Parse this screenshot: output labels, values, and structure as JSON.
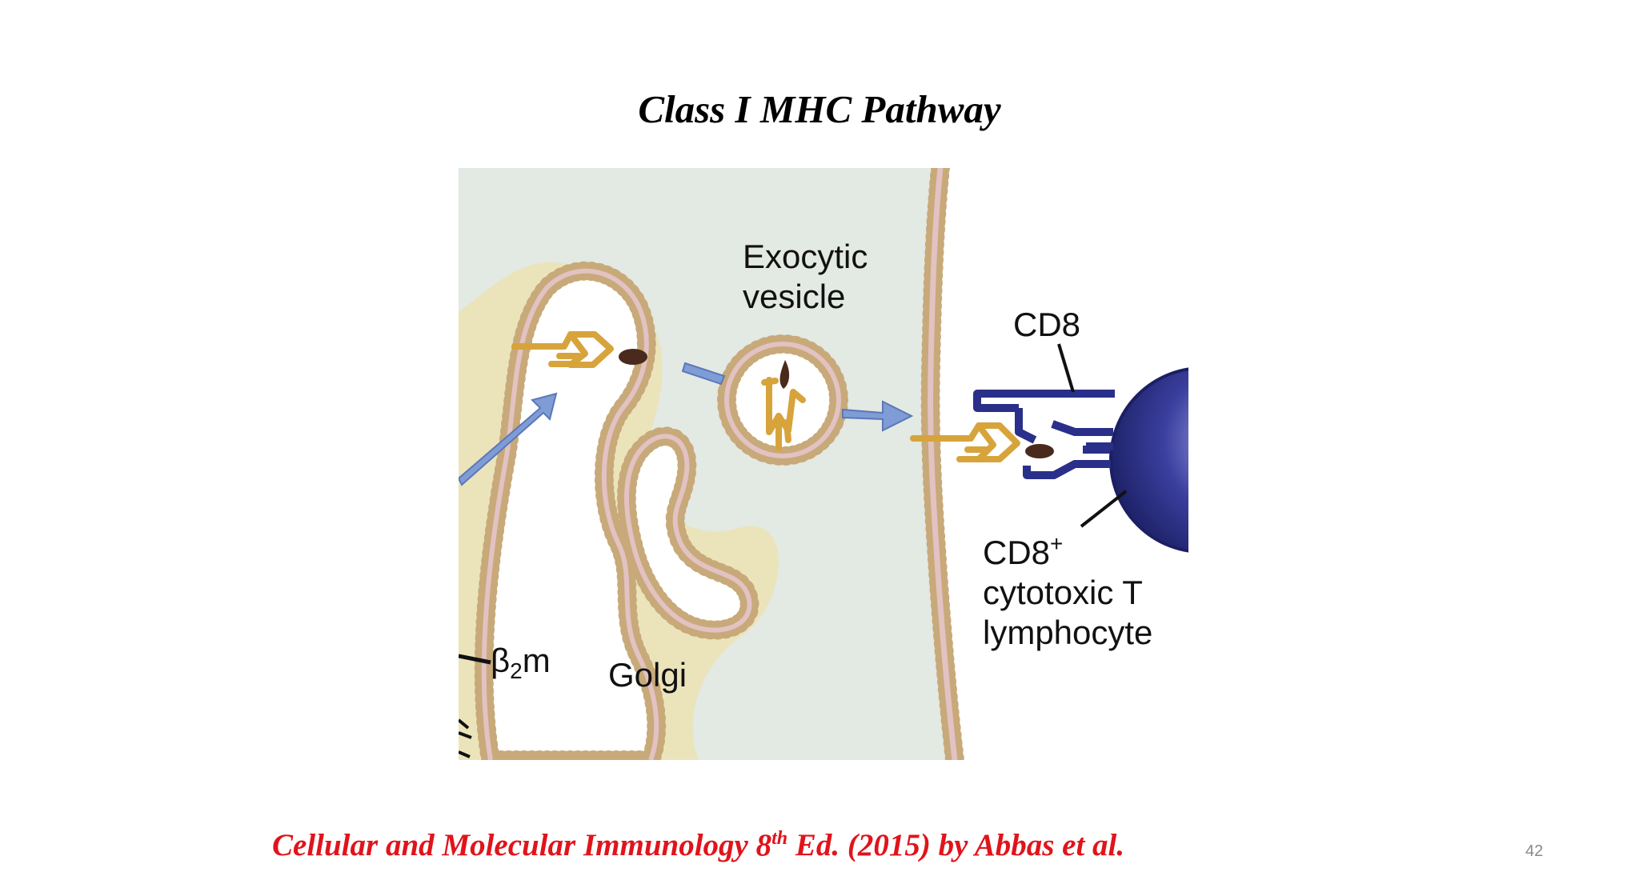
{
  "slide": {
    "title": "Class I MHC Pathway",
    "citation": {
      "before_sup": "Cellular and Molecular Immunology 8",
      "sup": "th",
      "after_sup": " Ed. (2015) by Abbas et al."
    },
    "page_number": "42"
  },
  "diagram": {
    "labels": {
      "exocytic_line1": "Exocytic",
      "exocytic_line2": "vesicle",
      "cd8": "CD8",
      "tcell_line1": "CD8",
      "tcell_sup": "+",
      "tcell_line2": "cytotoxic T",
      "tcell_line3": "lymphocyte",
      "b2m_beta": "β",
      "b2m_sub": "2",
      "b2m_m": "m",
      "golgi": "Golgi"
    },
    "colors": {
      "cytoplasm": "#e3e9e3",
      "membrane_bead": "#c8a979",
      "membrane_inner": "#e2c2c2",
      "golgi_halo": "#ece3b4",
      "arrow": "#7f9cd6",
      "mhc": "#d7a43c",
      "peptide": "#4a2a1c",
      "tcell": "#2a2f8a",
      "citation": "#e0141b"
    }
  }
}
